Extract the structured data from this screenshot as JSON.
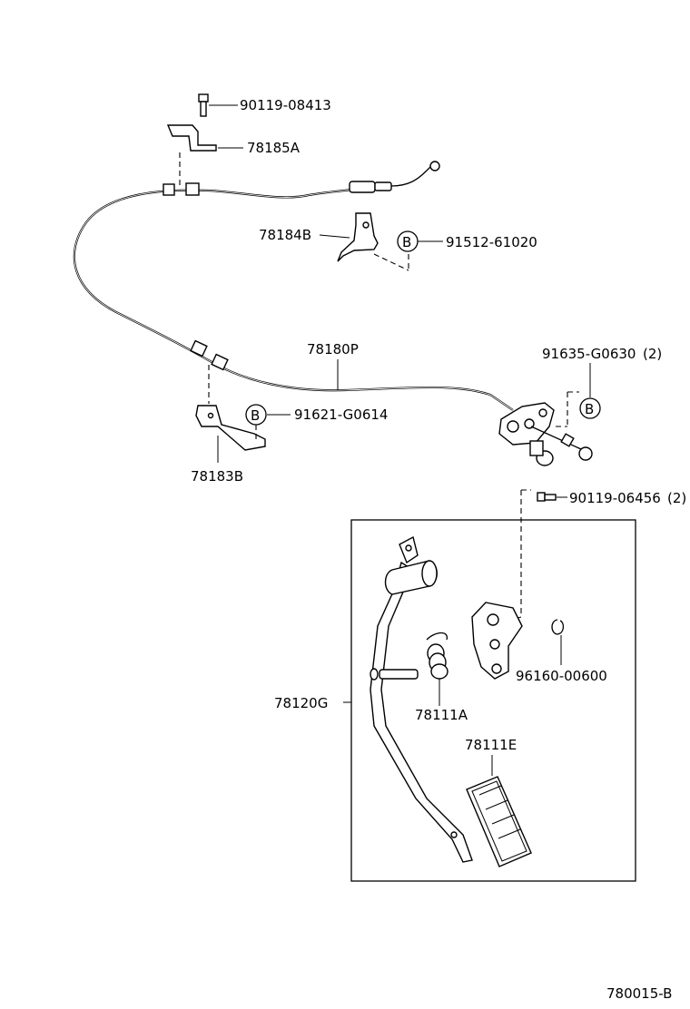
{
  "parts": {
    "p_90119_08413": "90119-08413",
    "p_78185A": "78185A",
    "p_78184B": "78184B",
    "p_91512_61020": "91512-61020",
    "p_78180P": "78180P",
    "p_91635_G0630": "91635-G0630",
    "p_91635_G0630_qty": "(2)",
    "p_91621_G0614": "91621-G0614",
    "p_78183B": "78183B",
    "p_90119_06456": "90119-06456",
    "p_90119_06456_qty": "(2)",
    "p_78120G": "78120G",
    "p_78111A": "78111A",
    "p_96160_00600": "96160-00600",
    "p_78111E": "78111E"
  },
  "bolt_markers": {
    "marker_1": "B",
    "marker_2": "B",
    "marker_3": "B"
  },
  "diagram_code": "780015-B"
}
